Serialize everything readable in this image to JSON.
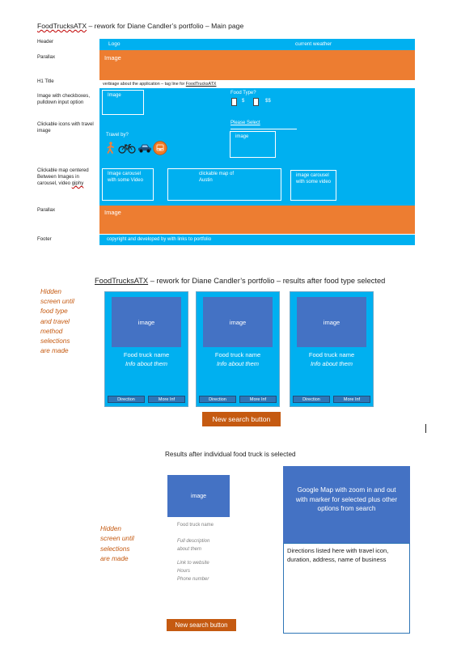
{
  "page1": {
    "title_brand": "FoodTrucksATX",
    "title_rest": " – rework for Diane Candler’s portfolio – Main page",
    "labels": {
      "header": "Header",
      "parallax1": "Parallax",
      "h1": "H1 Title",
      "image_checkboxes": "Image with checkboxes, pulldown input option",
      "clickable_icons": "Clickable icons with travel image",
      "map": "Clickable map centered Between Images in carousel, video ",
      "map_giphy": "giphy",
      "parallax2": "Parallax",
      "footer": "Footer"
    },
    "header": {
      "logo": "Logo",
      "weather": "current weather"
    },
    "parallax1_text": "Image",
    "h1_text": "verbiage about the application – tag line for ",
    "h1_brand": "FoodTrucksATX",
    "form": {
      "image": "Image",
      "food_type": "Food Type?",
      "dollar1": "$",
      "dollar2": "$$",
      "please_select": "Please Select",
      "travel_by": "Travel by?",
      "travel_image": "image"
    },
    "map_row": {
      "carousel_left": "Image carousel with some Video",
      "map": "clickable map of Austin",
      "carousel_right": "image carousel with some video"
    },
    "parallax2_text": "Image",
    "footer_text": "copyright and developed by with links to portfolio"
  },
  "page2": {
    "title_brand": "FoodTrucksATX",
    "title_rest": " – rework for Diane Candler’s portfolio – results after food type selected",
    "note": [
      "Hidden",
      "screen until",
      "food type",
      "and travel",
      "method",
      "selections",
      "are made"
    ],
    "cards": [
      {
        "image": "image",
        "name": "Food truck name",
        "info": "Info about them",
        "direction": "Direction",
        "more": "More Inf"
      },
      {
        "image": "image",
        "name": "Food truck name",
        "info": "Info about them",
        "direction": "Direction",
        "more": "More Inf"
      },
      {
        "image": "image",
        "name": "Food truck name",
        "info": "Info about them",
        "direction": "Direction",
        "more": "More Inf"
      }
    ],
    "new_search": "New search button"
  },
  "page3": {
    "title": "Results after individual food truck is selected",
    "note": [
      "Hidden",
      "screen until",
      "selections",
      "are made"
    ],
    "image": "image",
    "truck_name": "Food truck name",
    "description": [
      "Full description",
      "about them"
    ],
    "details": [
      "Link to website",
      "Hours",
      "Phone number"
    ],
    "map_text": "Google Map with zoom in and out with marker for selected plus other options from search",
    "directions": "Directions listed here with travel icon, duration, address, name of business",
    "new_search": "New search button"
  },
  "colors": {
    "blue": "#00b0f0",
    "orange": "#ed7d31",
    "dark_blue": "#4472c4",
    "button_orange": "#c55a11"
  },
  "icons": [
    "walking-icon",
    "bicycle-icon",
    "car-icon",
    "bus-icon"
  ]
}
